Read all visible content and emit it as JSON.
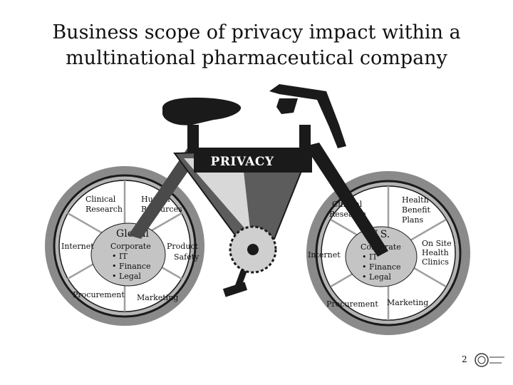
{
  "title_line1": "Business scope of privacy impact within a",
  "title_line2": "multinational pharmaceutical company",
  "frame_label": "PRIVACY",
  "left_wheel": {
    "hub_title": "Global",
    "hub_lines": [
      "Corporate",
      "• IT",
      "• Finance",
      "• Legal"
    ],
    "segments": {
      "top_left": [
        "Clinical",
        "Research"
      ],
      "top_right": [
        "Human",
        "Resources"
      ],
      "left": [
        "Internet"
      ],
      "right": [
        "Product",
        "Safety"
      ],
      "bottom_left": [
        "Procurement"
      ],
      "bottom_right": [
        "Marketing"
      ]
    }
  },
  "right_wheel": {
    "hub_title": "U.S.",
    "hub_lines": [
      "Corporate",
      "• IT",
      "• Finance",
      "• Legal"
    ],
    "segments": {
      "top_left": [
        "Clinical",
        "Research"
      ],
      "top_right": [
        "Health",
        "Benefit",
        "Plans"
      ],
      "left": [
        "Internet"
      ],
      "right": [
        "On Site",
        "Health",
        "Clinics"
      ],
      "bottom_left": [
        "Procurement"
      ],
      "bottom_right": [
        "Marketing"
      ]
    }
  },
  "page_number": "2"
}
